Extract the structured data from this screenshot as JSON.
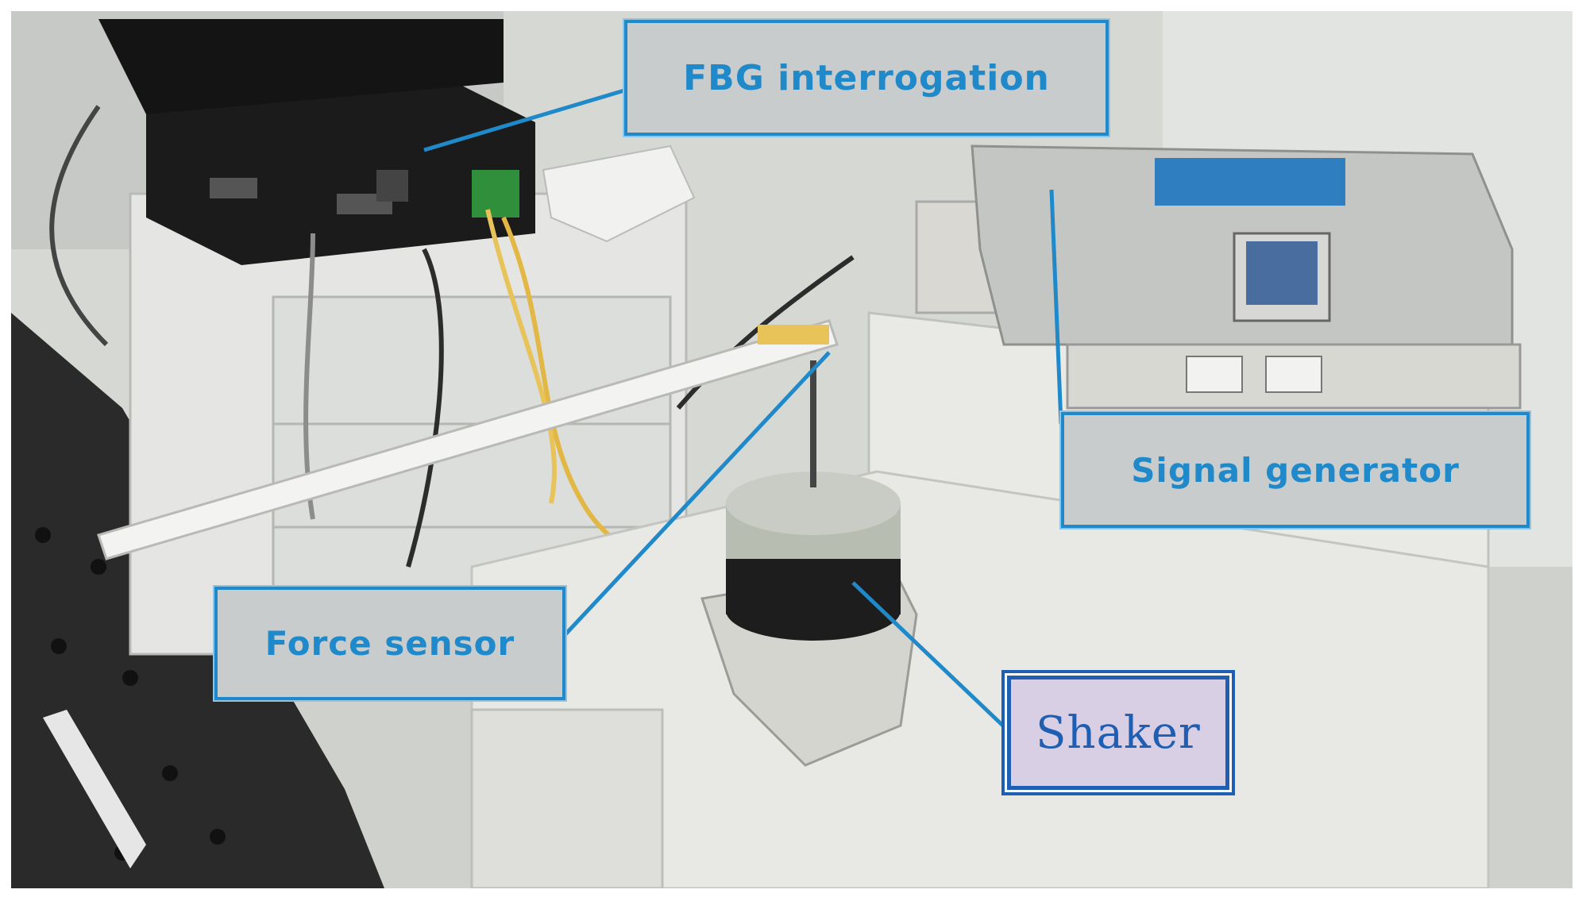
{
  "labels": {
    "fbg": "FBG interrogation",
    "signal": "Signal generator",
    "force": "Force sensor",
    "shaker": "Shaker"
  },
  "colors": {
    "callout_text": "#1f89c9",
    "callout_border": "#1f89c9",
    "callout_bg": "#c9cccd",
    "shaker_bg": "#d9cfe4",
    "shaker_text": "#1f5fb3"
  }
}
